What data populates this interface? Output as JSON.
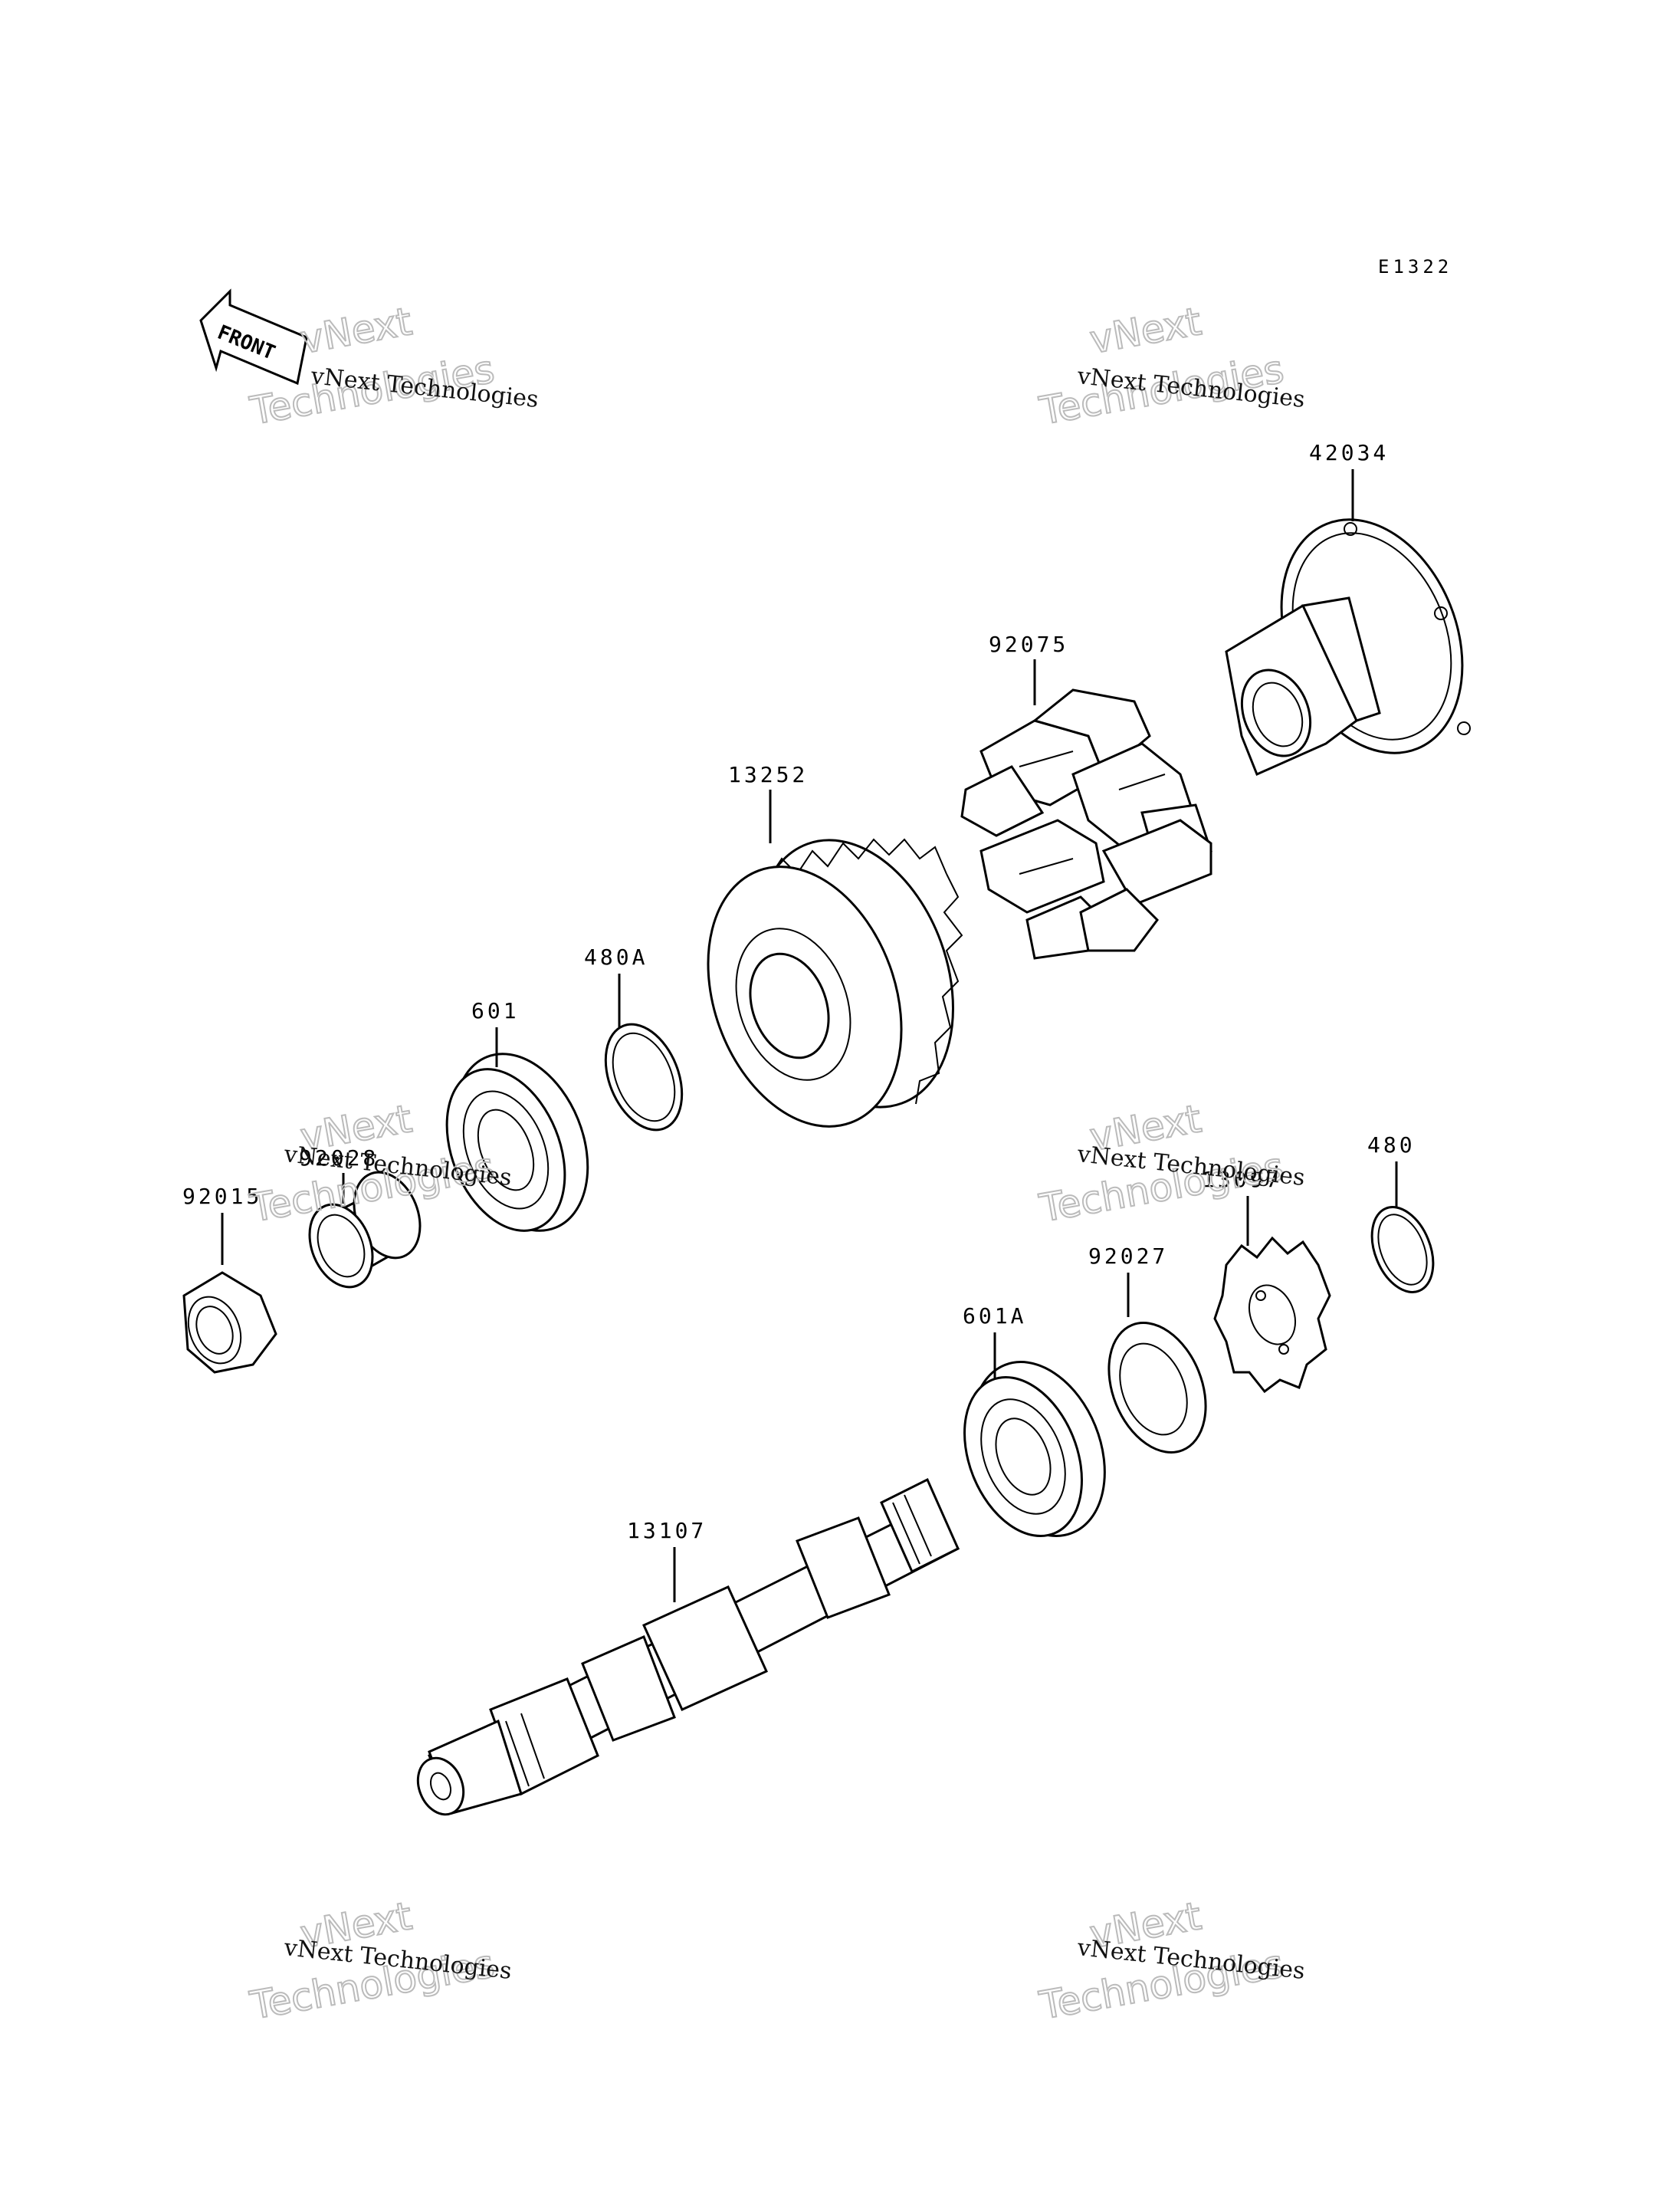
{
  "diagram_code": "E1322",
  "front_marker": "FRONT",
  "watermark": {
    "line1": "vNext Technologies",
    "line2": "vNext",
    "line3": "Technologies"
  },
  "parts": {
    "p42034": "42034",
    "p92075": "92075",
    "p13252": "13252",
    "p480A": "480A",
    "p601": "601",
    "p92028": "92028",
    "p92015": "92015",
    "p480": "480",
    "p13097": "13097",
    "p92027": "92027",
    "p601A": "601A",
    "p13107": "13107"
  }
}
